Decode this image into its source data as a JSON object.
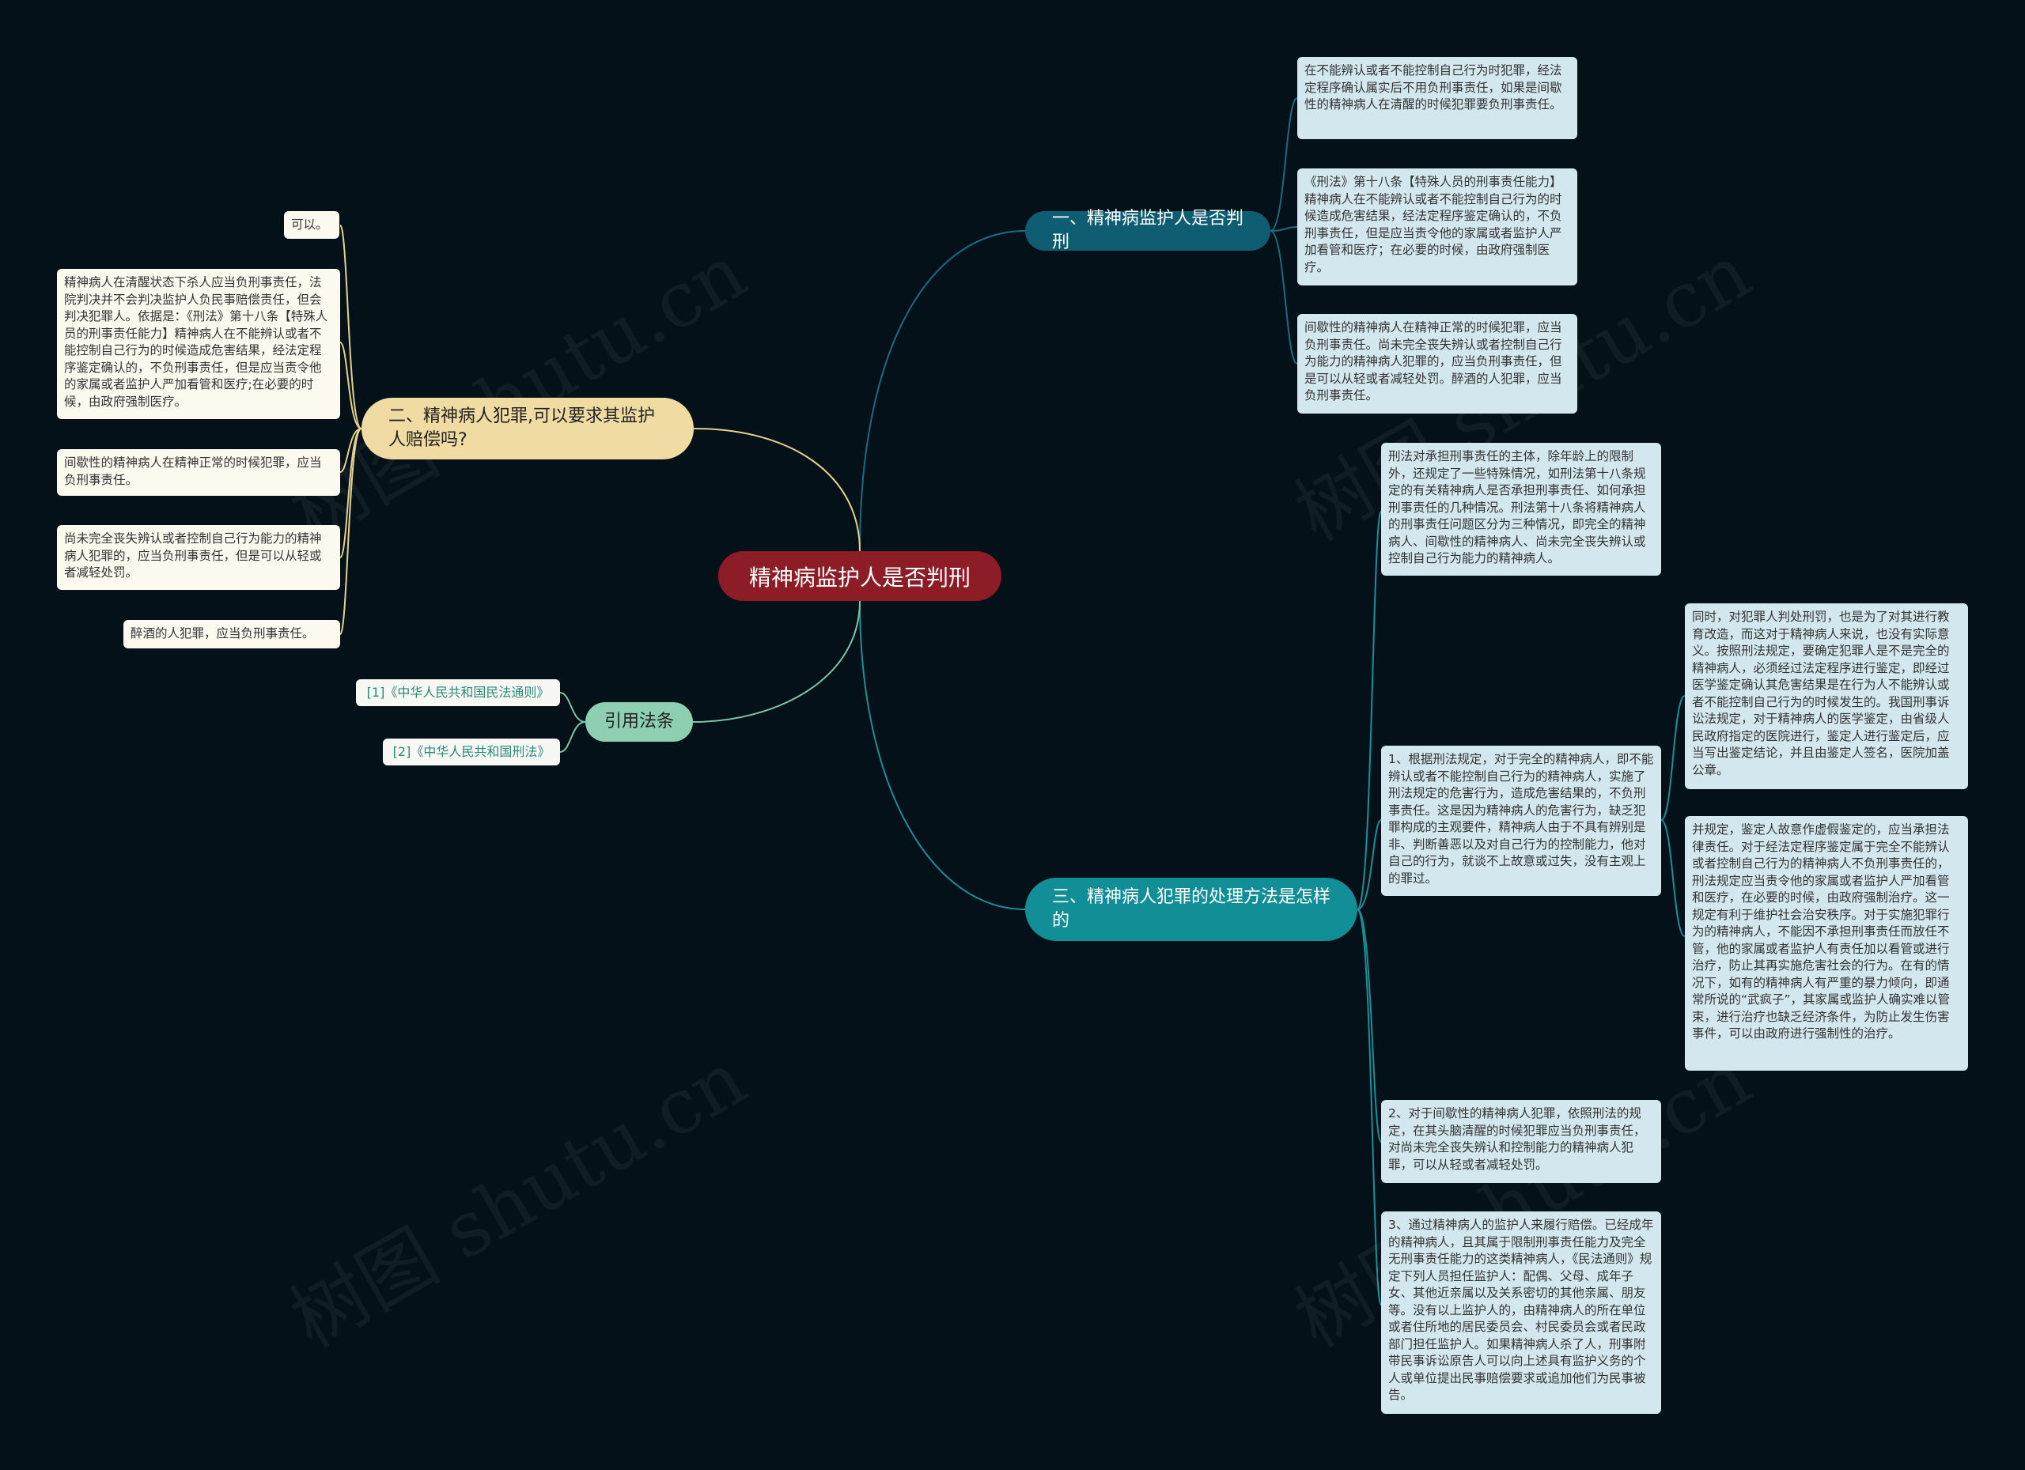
{
  "root": {
    "label": "精神病监护人是否判刑"
  },
  "branch1": {
    "label": "一、精神病监护人是否判刑",
    "leaves": [
      "在不能辨认或者不能控制自己行为时犯罪，经法定程序确认属实后不用负刑事责任，如果是间歇性的精神病人在清醒的时候犯罪要负刑事责任。",
      "《刑法》第十八条【特殊人员的刑事责任能力】精神病人在不能辨认或者不能控制自己行为的时候造成危害结果，经法定程序鉴定确认的，不负刑事责任，但是应当责令他的家属或者监护人严加看管和医疗；在必要的时候，由政府强制医疗。",
      "间歇性的精神病人在精神正常的时候犯罪，应当负刑事责任。尚未完全丧失辨认或者控制自己行为能力的精神病人犯罪的，应当负刑事责任，但是可以从轻或者减轻处罚。醉酒的人犯罪，应当负刑事责任。"
    ]
  },
  "branch2": {
    "label": "二、精神病人犯罪,可以要求其监护人赔偿吗?",
    "leaves": [
      "可以。",
      "精神病人在清醒状态下杀人应当负刑事责任，法院判决并不会判决监护人负民事赔偿责任，但会判决犯罪人。依据是：《刑法》第十八条【特殊人员的刑事责任能力】精神病人在不能辨认或者不能控制自己行为的时候造成危害结果，经法定程序鉴定确认的，不负刑事责任，但是应当责令他的家属或者监护人严加看管和医疗;在必要的时候，由政府强制医疗。",
      "间歇性的精神病人在精神正常的时候犯罪，应当负刑事责任。",
      "尚未完全丧失辨认或者控制自己行为能力的精神病人犯罪的，应当负刑事责任，但是可以从轻或者减轻处罚。",
      "醉酒的人犯罪，应当负刑事责任。"
    ]
  },
  "branch3": {
    "label": "三、精神病人犯罪的处理方法是怎样的",
    "leaves": [
      "刑法对承担刑事责任的主体，除年龄上的限制外，还规定了一些特殊情况，如刑法第十八条规定的有关精神病人是否承担刑事责任、如何承担刑事责任的几种情况。刑法第十八条将精神病人的刑事责任问题区分为三种情况，即完全的精神病人、间歇性的精神病人、尚未完全丧失辨认或控制自己行为能力的精神病人。",
      "1、根据刑法规定，对于完全的精神病人，即不能辨认或者不能控制自己行为的精神病人，实施了刑法规定的危害行为，造成危害结果的，不负刑事责任。这是因为精神病人的危害行为，缺乏犯罪构成的主观要件，精神病人由于不具有辨别是非、判断善恶以及对自己行为的控制能力，他对自己的行为，就谈不上故意或过失，没有主观上的罪过。",
      "2、对于间歇性的精神病人犯罪，依照刑法的规定，在其头脑清醒的时候犯罪应当负刑事责任，对尚未完全丧失辨认和控制能力的精神病人犯罪，可以从轻或者减轻处罚。",
      "3、通过精神病人的监护人来履行赔偿。已经成年的精神病人，且其属于限制刑事责任能力及完全无刑事责任能力的这类精神病人，《民法通则》规定下列人员担任监护人：配偶、父母、成年子女、其他近亲属以及关系密切的其他亲属、朋友等。没有以上监护人的，由精神病人的所在单位或者住所地的居民委员会、村民委员会或者民政部门担任监护人。如果精神病人杀了人，刑事附带民事诉讼原告人可以向上述具有监护义务的个人或单位提出民事赔偿要求或追加他们为民事被告。"
    ],
    "subleaves": [
      "同时，对犯罪人判处刑罚，也是为了对其进行教育改造，而这对于精神病人来说，也没有实际意义。按照刑法规定，要确定犯罪人是不是完全的精神病人，必须经过法定程序进行鉴定，即经过医学鉴定确认其危害结果是在行为人不能辨认或者不能控制自己行为的时候发生的。我国刑事诉讼法规定，对于精神病人的医学鉴定，由省级人民政府指定的医院进行，鉴定人进行鉴定后，应当写出鉴定结论，并且由鉴定人签名，医院加盖公章。",
      "并规定，鉴定人故意作虚假鉴定的，应当承担法律责任。对于经法定程序鉴定属于完全不能辨认或者控制自己行为的精神病人不负刑事责任的，刑法规定应当责令他的家属或者监护人严加看管和医疗，在必要的时候，由政府强制治疗。这一规定有利于维护社会治安秩序。对于实施犯罪行为的精神病人，不能因不承担刑事责任而放任不管，他的家属或者监护人有责任加以看管或进行治疗，防止其再实施危害社会的行为。在有的情况下，如有的精神病人有严重的暴力倾向，即通常所说的“武疯子”，其家属或监护人确实难以管束，进行治疗也缺乏经济条件，为防止发生伤害事件，可以由政府进行强制性的治疗。"
    ]
  },
  "branch4": {
    "label": "引用法条",
    "refs": [
      "[1]《中华人民共和国民法通则》",
      "[2]《中华人民共和国刑法》"
    ]
  },
  "colors": {
    "background": "#041119",
    "root": "#8c1c26",
    "branch1": "#0f5d73",
    "branch2": "#f0dca3",
    "branch3": "#128f96",
    "branch4": "#8ecfb2",
    "leaf_blue": "#d2e8ee",
    "leaf_cream": "#fcf9ef"
  }
}
